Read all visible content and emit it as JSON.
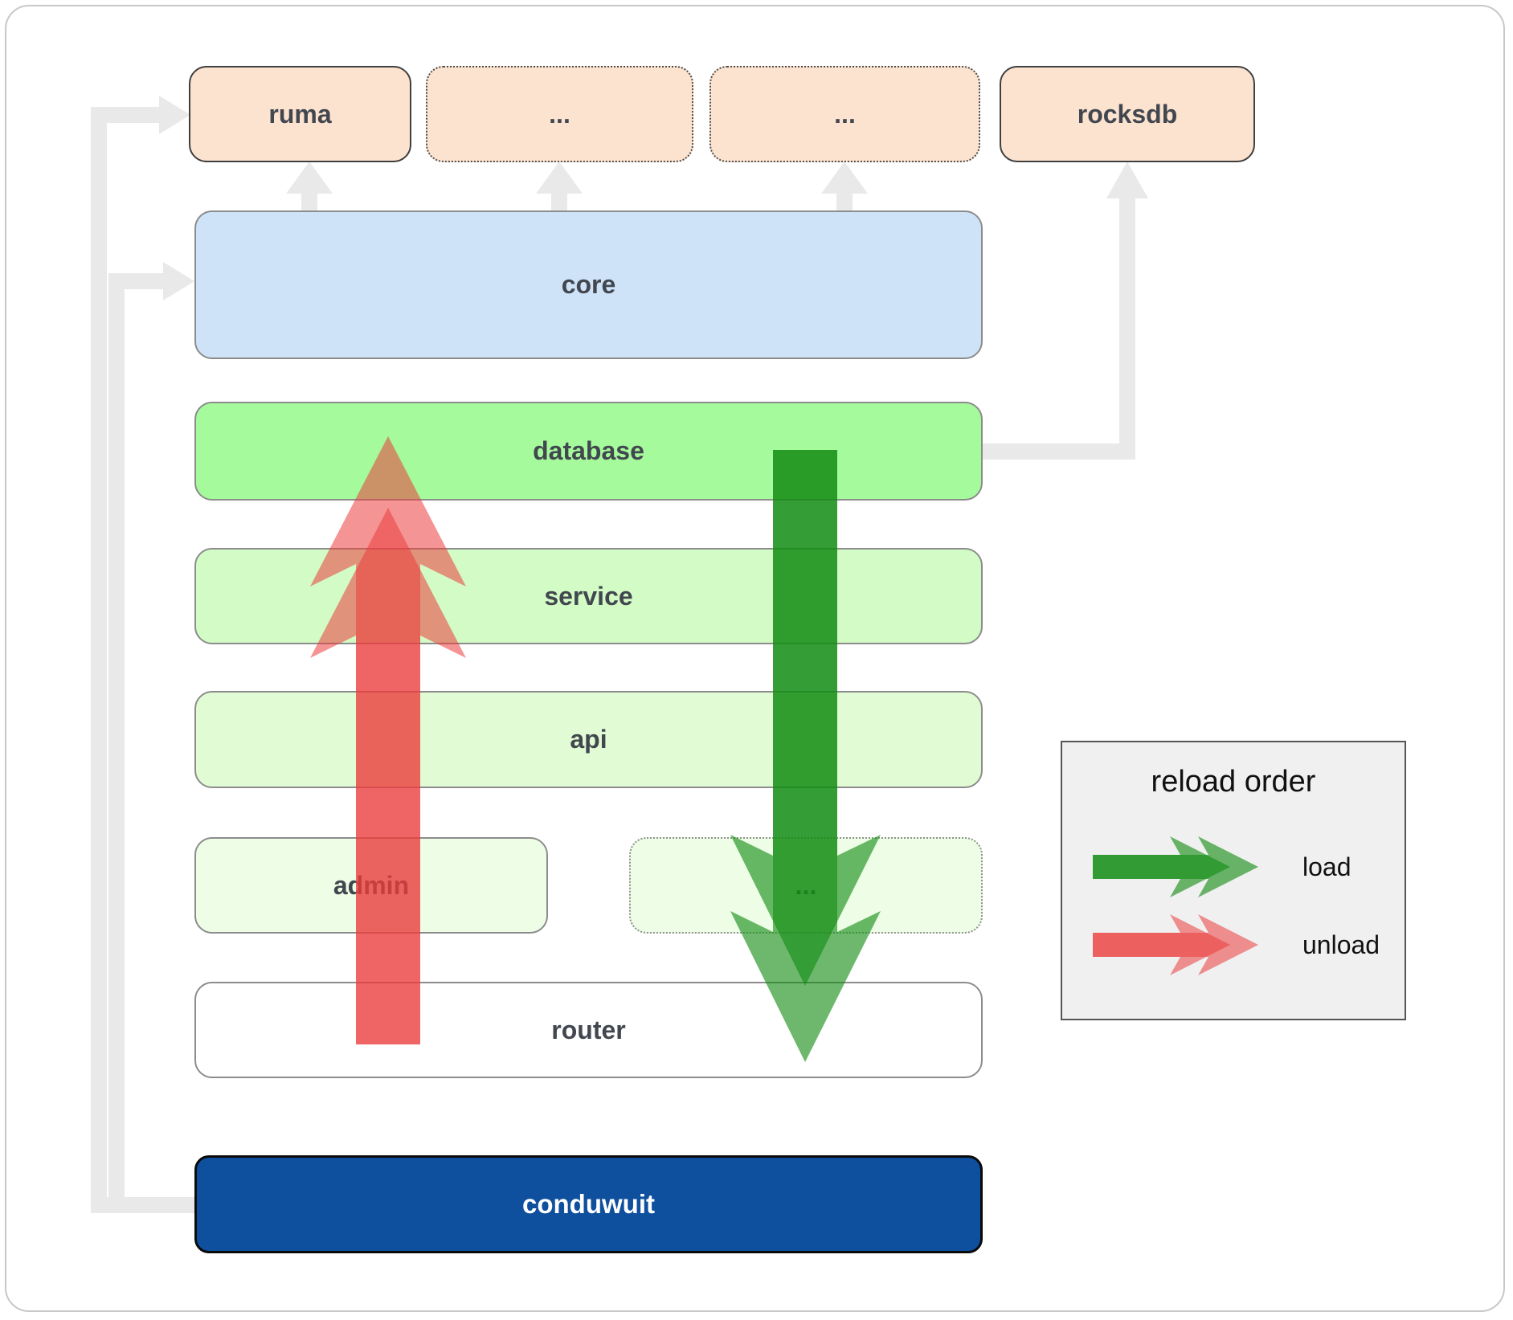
{
  "diagram": {
    "top_row": [
      {
        "label": "ruma"
      },
      {
        "label": "..."
      },
      {
        "label": "..."
      },
      {
        "label": "rocksdb"
      }
    ],
    "layers": {
      "core": "core",
      "database": "database",
      "service": "service",
      "api": "api",
      "admin": "admin",
      "admin_dots": "...",
      "router": "router",
      "app": "conduwuit"
    },
    "legend": {
      "title": "reload order",
      "load_label": "load",
      "unload_label": "unload"
    },
    "colors": {
      "peach_fill": "#fce3d0",
      "core_fill": "#cfe3f8",
      "database_fill": "#a5fa9b",
      "service_fill": "#d3fbc6",
      "api_fill": "#e1fcd4",
      "admin_fill": "#edfde6",
      "router_fill": "#ffffff",
      "app_fill": "#0e4f9e",
      "load_arrow": "rgba(20,140,20,0.62)",
      "unload_arrow": "rgba(235,60,60,0.55)",
      "connector": "#e9e9e9"
    }
  }
}
